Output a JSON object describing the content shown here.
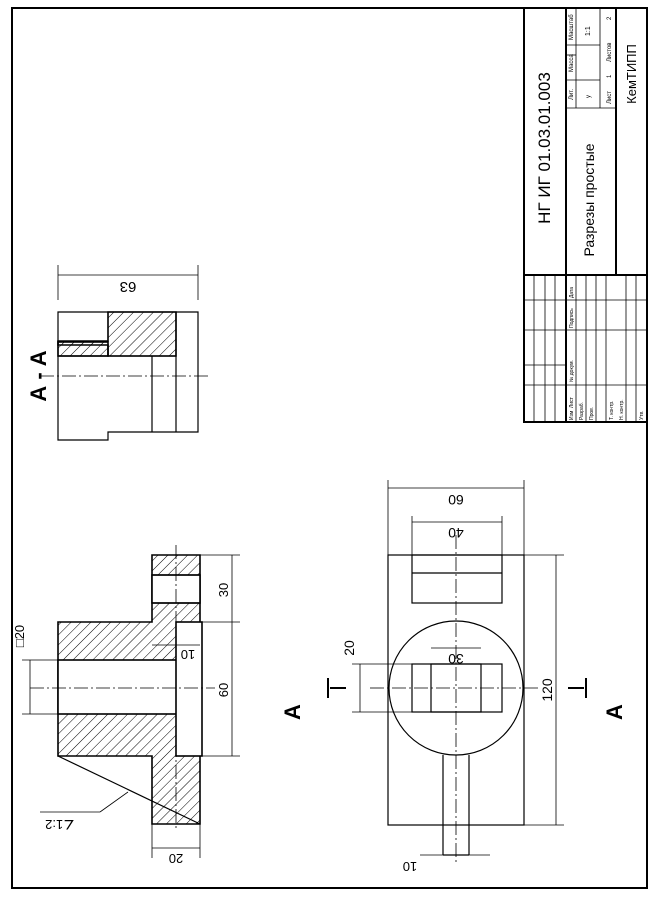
{
  "title_block": {
    "designation": "НГ ИГ 01.03.01.003",
    "name": "Разрезы простые",
    "org": "КемТИПП",
    "lit_label": "Лит.",
    "mass_label": "Масса",
    "scale_label": "Масштаб",
    "lit_value": "у",
    "scale_value": "1:1",
    "sheet_label": "Лист",
    "sheet_value": "1",
    "sheets_label": "Листов",
    "sheets_value": "2",
    "rows": [
      "Изм",
      "Лист",
      "№ докум.",
      "Подпись",
      "Дата",
      "Разраб.",
      "Пров.",
      "Т. контр.",
      "Н. контр.",
      "Утв."
    ]
  },
  "section_label": "А - А",
  "cut_letter": "А",
  "dims": {
    "d63": "63",
    "d60_top": "60",
    "d40": "40",
    "d30_sq": "30",
    "d20_plan": "20",
    "d120": "120",
    "d10_plan": "10",
    "d20_sq": "□20",
    "d10_front": "10",
    "d60_front": "60",
    "d30_front": "30",
    "d20_front": "20",
    "slope": "∠1:2"
  }
}
